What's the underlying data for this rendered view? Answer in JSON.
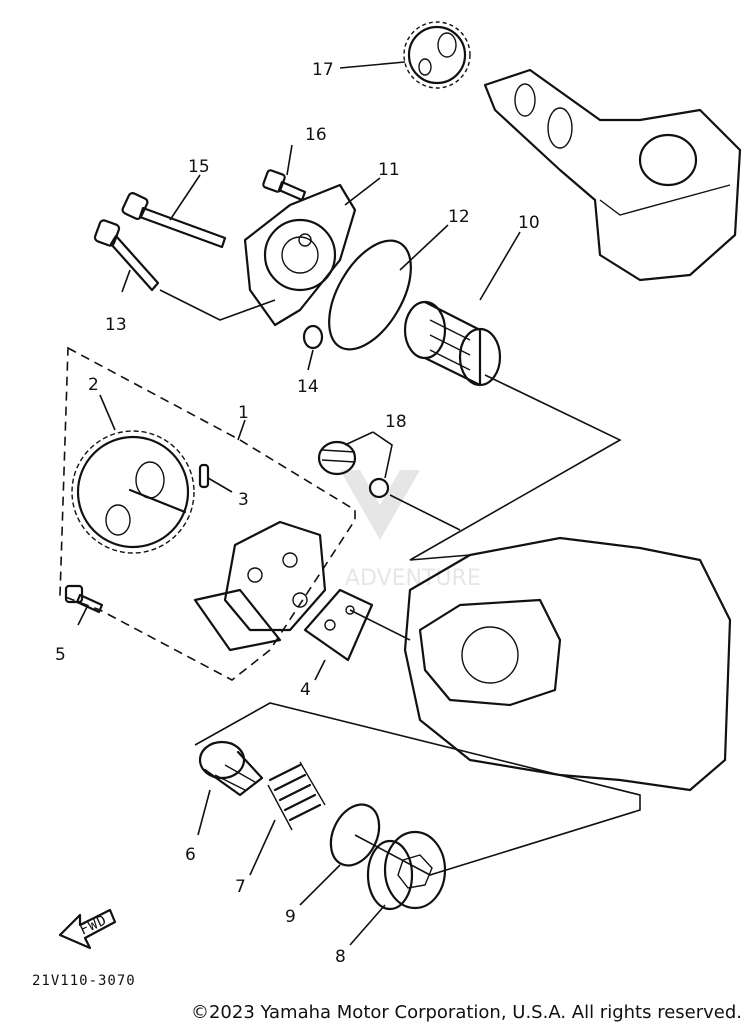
{
  "diagram": {
    "callouts": {
      "c1": "1",
      "c2": "2",
      "c3": "3",
      "c4": "4",
      "c5": "5",
      "c6": "6",
      "c7": "7",
      "c8": "8",
      "c9": "9",
      "c10": "10",
      "c11": "11",
      "c12": "12",
      "c13": "13",
      "c14": "14",
      "c15": "15",
      "c16": "16",
      "c17": "17",
      "c18": "18"
    },
    "diagram_code": "21V110-3070",
    "fwd_label": "FWD",
    "watermark_text": "ADVENTURE",
    "line_color": "#111111",
    "background": "#ffffff"
  },
  "footer": {
    "copyright": "©2023 Yamaha Motor Corporation, U.S.A. All rights reserved."
  }
}
